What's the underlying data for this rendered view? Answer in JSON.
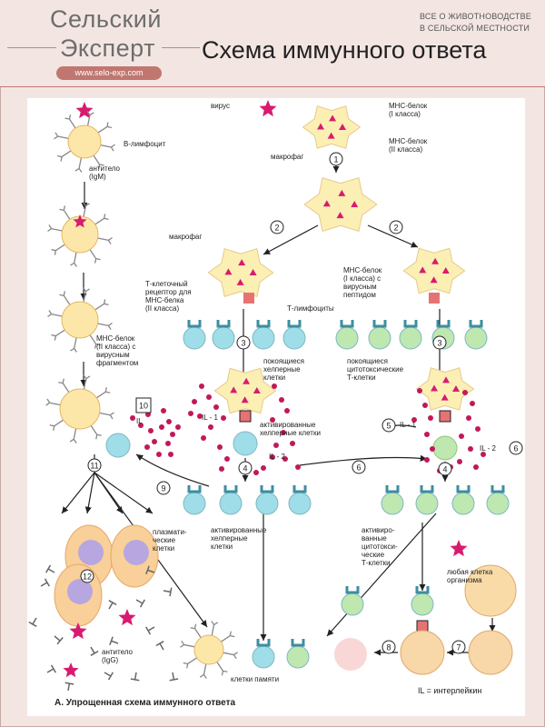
{
  "header": {
    "logo_line1": "Сельский",
    "logo_line2": "Эксперт",
    "logo_url": "www.selo-exp.com",
    "tagline_line1": "ВСЕ О ЖИВОТНОВОДСТВЕ",
    "tagline_line2": "В СЕЛЬСКОЙ МЕСТНОСТИ",
    "page_title": "Схема иммунного ответа"
  },
  "diagram": {
    "caption": "А. Упрощенная схема иммунного ответа",
    "legend": "IL = интерлейкин",
    "labels": {
      "virus": "вирус",
      "mhc1_top": [
        "МНС-белок",
        "(I класса)"
      ],
      "mhc2_top": [
        "МНС-белок",
        "(II класса)"
      ],
      "macrophage_top": "макрофаг",
      "macrophage_left": "макрофаг",
      "b_lymphocyte": "В-лимфоцит",
      "antibody_igm": [
        "антитело",
        "(IgM)"
      ],
      "tcr": [
        "Т-клеточный",
        "рецептор для",
        "МНС-белка",
        "(II класса)"
      ],
      "t_lymphocytes": "Т-лимфоциты",
      "mhc1_viral": [
        "МНС-белок",
        "(I класса) с",
        "вирусным",
        "пептидом"
      ],
      "mhc2_viral": [
        "МНС-белок",
        "(II класса) с",
        "вирусным",
        "фрагментом"
      ],
      "resting_helper": [
        "покоящиеся",
        "хелперные",
        "клетки"
      ],
      "resting_cytotoxic": [
        "покоящиеся",
        "цитотоксические",
        "Т-клетки"
      ],
      "activated_helper_top": [
        "активированные",
        "хелперные клетки"
      ],
      "il": "IL",
      "il1_left": "IL - 1",
      "il2_left": "IL - 2",
      "il1_right": "IL - 1",
      "il2_right": "IL - 2",
      "plasma_cells": [
        "плазмати-",
        "ческие",
        "клетки"
      ],
      "activated_helper_bottom": [
        "активированные",
        "хелперные",
        "клетки"
      ],
      "activated_cytotoxic": [
        "активиро-",
        "ванные",
        "цитотокси-",
        "ческие",
        "Т-клетки"
      ],
      "any_cell": [
        "любая клетка",
        "организма"
      ],
      "memory_cells": "клетки памяти",
      "antibody_igg": [
        "антитело",
        "(IgG)"
      ]
    },
    "step_numbers": [
      "1",
      "2",
      "2",
      "3",
      "3",
      "4",
      "4",
      "5",
      "6",
      "6",
      "7",
      "8",
      "9",
      "10",
      "11",
      "12"
    ]
  },
  "colors": {
    "background": "#f3e6e2",
    "accent": "#c07770",
    "macrophage": "#fbefb4",
    "virus": "#d81b6f",
    "helper_cell": "#9fdde8",
    "cytotoxic_cell": "#bfe7b0",
    "interleukin_dot": "#c2185b"
  }
}
